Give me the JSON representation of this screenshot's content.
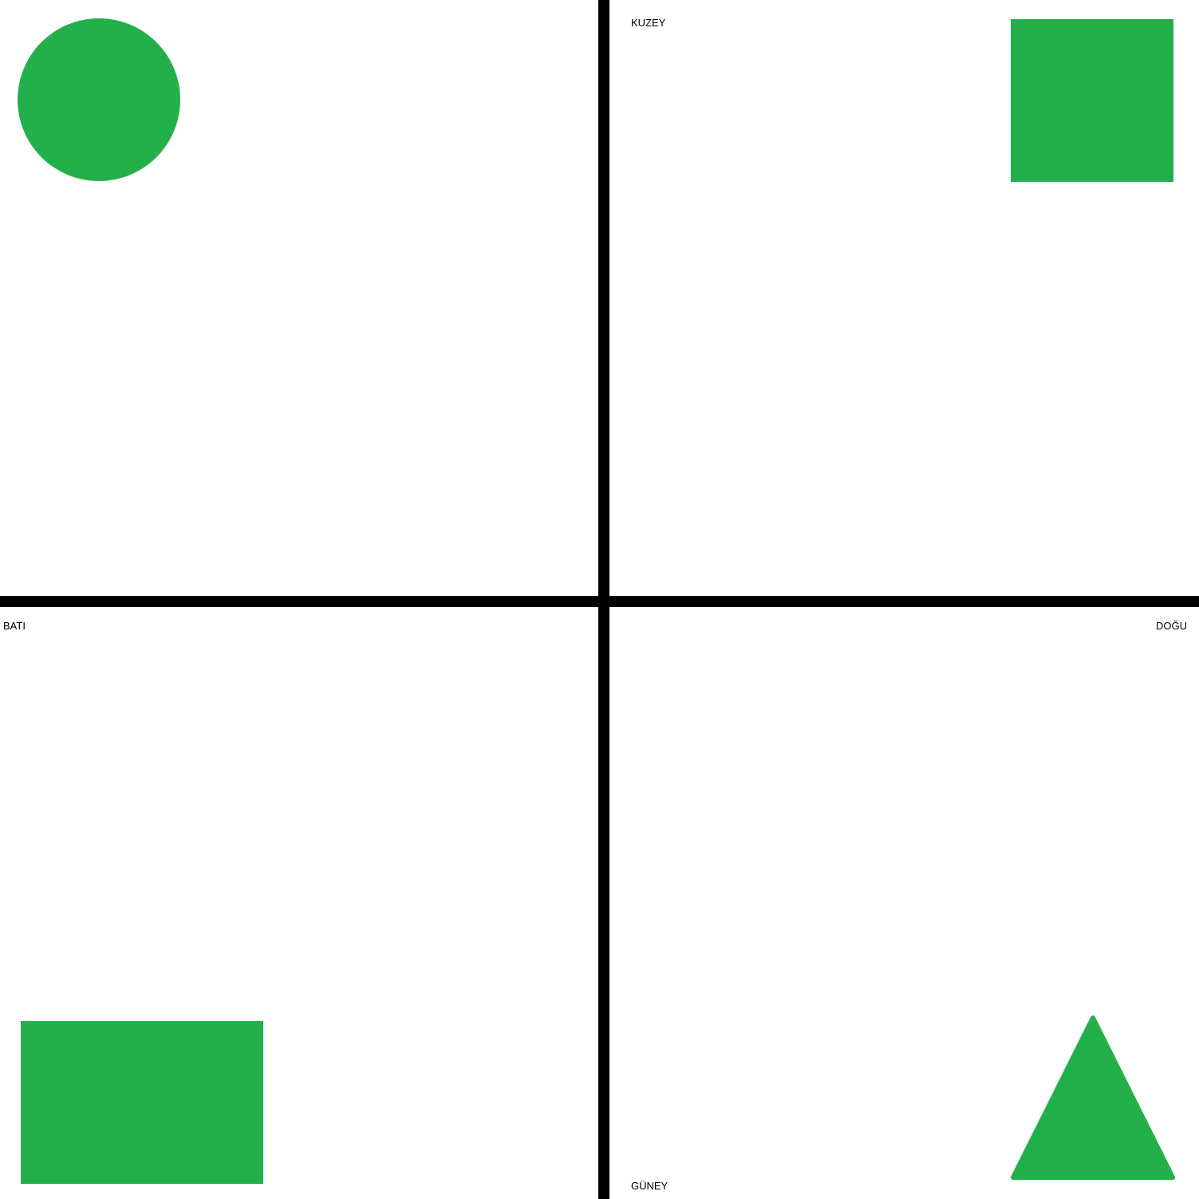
{
  "colors": {
    "background": "#ffffff",
    "axis": "#000000",
    "shape_fill": "#23b04b",
    "text": "#000000"
  },
  "directions": {
    "north": "KUZEY",
    "west": "BATI",
    "east": "DOĞU",
    "south": "GÜNEY"
  },
  "shapes": [
    {
      "kind": "circle",
      "quadrant": "top-left"
    },
    {
      "kind": "square",
      "quadrant": "top-right"
    },
    {
      "kind": "rectangle",
      "quadrant": "bottom-left"
    },
    {
      "kind": "triangle",
      "quadrant": "bottom-right"
    }
  ]
}
